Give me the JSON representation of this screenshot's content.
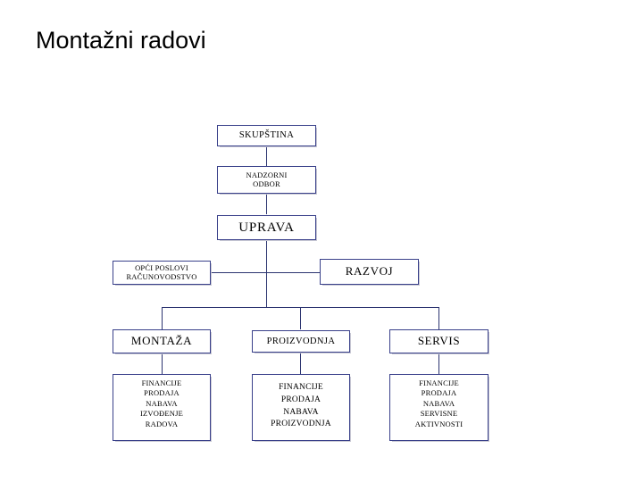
{
  "slide": {
    "title": "Montažni radovi",
    "background_color": "#ffffff",
    "title_color": "#000000"
  },
  "theme": {
    "box_border_color": "#39408a",
    "box_fill_color": "#ffffff",
    "connector_color": "#2c3470",
    "shadow_color": "#c9c9d4",
    "text_color": "#000000"
  },
  "chart_data": {
    "type": "diagram",
    "title": "Montažni radovi",
    "subtype": "organizational-chart",
    "nodes": [
      {
        "id": "skupstina",
        "label": "SKUPŠTINA",
        "level": 0
      },
      {
        "id": "nadzorni",
        "label": "NADZORNI\nODBOR",
        "level": 1
      },
      {
        "id": "uprava",
        "label": "UPRAVA",
        "level": 2
      },
      {
        "id": "opci-poslovi",
        "label": "OPĆI POSLOVI\nRAČUNOVODSTVO",
        "level": 3
      },
      {
        "id": "razvoj",
        "label": "RAZVOJ",
        "level": 3
      },
      {
        "id": "montaza",
        "label": "MONTAŽA",
        "level": 4
      },
      {
        "id": "proizvodnja",
        "label": "PROIZVODNJA",
        "level": 4
      },
      {
        "id": "servis",
        "label": "SERVIS",
        "level": 4
      },
      {
        "id": "montaza-fn",
        "label": "FINANCIJE\nPRODAJA\nNABAVA\nIZVOĐENJE\nRADOVA",
        "level": 5
      },
      {
        "id": "proizvodnja-fn",
        "label": "FINANCIJE\nPRODAJA\nNABAVA\nPROIZVODNJA",
        "level": 5
      },
      {
        "id": "servis-fn",
        "label": "FINANCIJE\nPRODAJA\nNABAVA\nSERVISNE\nAKTIVNOSTI",
        "level": 5
      }
    ],
    "edges": [
      {
        "from": "skupstina",
        "to": "nadzorni"
      },
      {
        "from": "nadzorni",
        "to": "uprava"
      },
      {
        "from": "uprava",
        "to": "opci-poslovi"
      },
      {
        "from": "uprava",
        "to": "razvoj"
      },
      {
        "from": "uprava",
        "to": "montaza"
      },
      {
        "from": "uprava",
        "to": "proizvodnja"
      },
      {
        "from": "uprava",
        "to": "servis"
      },
      {
        "from": "montaza",
        "to": "montaza-fn"
      },
      {
        "from": "proizvodnja",
        "to": "proizvodnja-fn"
      },
      {
        "from": "servis",
        "to": "servis-fn"
      }
    ]
  },
  "nodes": {
    "skupstina": {
      "label": "SKUPŠTINA"
    },
    "nadzorni": {
      "label": "NADZORNI\nODBOR"
    },
    "uprava": {
      "label": "UPRAVA"
    },
    "opci_poslovi": {
      "label": "OPĆI POSLOVI\nRAČUNOVODSTVO"
    },
    "razvoj": {
      "label": "RAZVOJ"
    },
    "montaza": {
      "label": "MONTAŽA"
    },
    "proizvodnja": {
      "label": "PROIZVODNJA"
    },
    "servis": {
      "label": "SERVIS"
    },
    "montaza_fn": {
      "label": "FINANCIJE\nPRODAJA\nNABAVA\nIZVOĐENJE\nRADOVA"
    },
    "proizvodnja_fn": {
      "label": "FINANCIJE\nPRODAJA\nNABAVA\nPROIZVODNJA"
    },
    "servis_fn": {
      "label": "FINANCIJE\nPRODAJA\nNABAVA\nSERVISNE\nAKTIVNOSTI"
    }
  }
}
